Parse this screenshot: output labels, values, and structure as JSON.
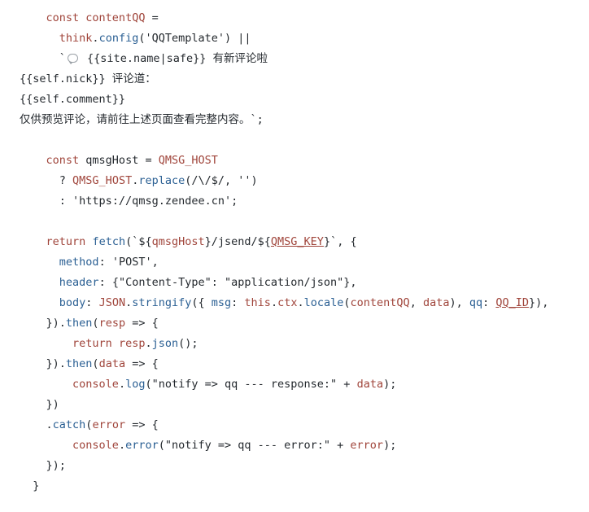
{
  "code": {
    "l1_const": "const",
    "l1_name": "contentQQ",
    "l1_eq": " =",
    "l2_fn": "think",
    "l2_dot": ".",
    "l2_method": "config",
    "l2_rest": "('QQTemplate') ||",
    "l3_tick": "`",
    "l3_mid": " {{site.name|safe}} ",
    "l3_cjk": "有新评论啦",
    "l4_a": "{{self.nick}} ",
    "l4_cjk": "评论道：",
    "l5": "{{self.comment}}",
    "l6_cjk": "仅供预览评论，请前往上述页面查看完整内容。",
    "l6_end": "`;",
    "l8_const": "const",
    "l8_name": "qmsgHost",
    "l8_eq": " = ",
    "l8_val": "QMSG_HOST",
    "l9_q": "? ",
    "l9_host": "QMSG_HOST",
    "l9_dot": ".",
    "l9_method": "replace",
    "l9_rest": "(/\\/$/, '')",
    "l10": ": 'https://qmsg.zendee.cn';",
    "l12_ret": "return",
    "l12_fetch": "fetch",
    "l12_p1": "(`${",
    "l12_host": "qmsgHost",
    "l12_p2": "}/jsend/${",
    "l12_key": "QMSG_KEY",
    "l12_p3": "}`, {",
    "l13_prop": "method",
    "l13_rest": ": 'POST',",
    "l14_prop": "header",
    "l14_rest": ": {\"Content-Type\": \"application/json\"},",
    "l15_prop": "body",
    "l15_colon": ": ",
    "l15_json": "JSON",
    "l15_dot": ".",
    "l15_str": "stringify",
    "l15_p1": "({ ",
    "l15_msg": "msg",
    "l15_p2": ": ",
    "l15_this": "this",
    "l15_p3": ".",
    "l15_ctx": "ctx",
    "l15_p4": ".",
    "l15_locale": "locale",
    "l15_p5": "(",
    "l15_cqq": "contentQQ",
    "l15_p6": ", ",
    "l15_data": "data",
    "l15_p7": "), ",
    "l15_qq": "qq",
    "l15_p8": ": ",
    "l15_qqid": "QQ_ID",
    "l15_p9": "}),",
    "l16_a": "}).",
    "l16_then": "then",
    "l16_b": "(",
    "l16_resp": "resp",
    "l16_c": " => {",
    "l17_ret": "return",
    "l17_resp": " resp",
    "l17_dot": ".",
    "l17_json": "json",
    "l17_rest": "();",
    "l18_a": "}).",
    "l18_then": "then",
    "l18_b": "(",
    "l18_data": "data",
    "l18_c": " => {",
    "l19_console": "console",
    "l19_dot": ".",
    "l19_log": "log",
    "l19_rest": "(\"notify => qq --- response:\" + ",
    "l19_data": "data",
    "l19_end": ");",
    "l20": "})",
    "l21_dot": ".",
    "l21_catch": "catch",
    "l21_b": "(",
    "l21_err": "error",
    "l21_c": " => {",
    "l22_console": "console",
    "l22_dot": ".",
    "l22_error": "error",
    "l22_rest": "(\"notify => qq --- error:\" + ",
    "l22_err": "error",
    "l22_end": ");",
    "l23": "});",
    "l24": "}"
  },
  "icons": {
    "speech": "speech-bubble-icon"
  },
  "colors": {
    "keyword": "#a0453b",
    "function": "#2a5f93",
    "text": "#24292e"
  }
}
